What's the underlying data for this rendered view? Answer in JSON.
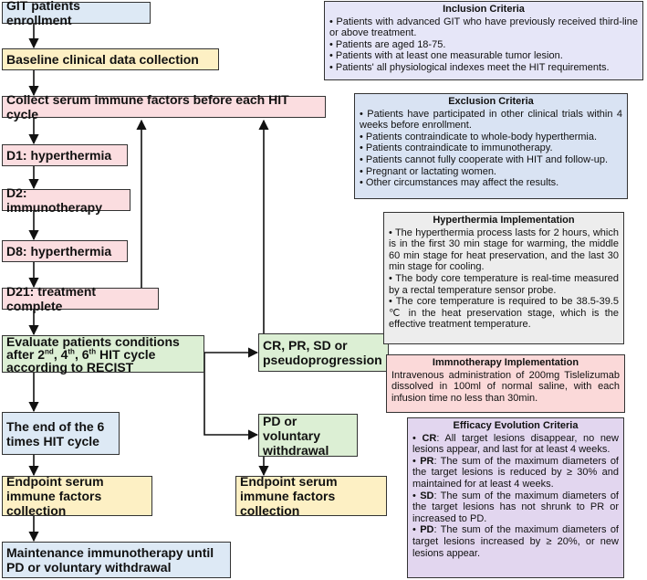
{
  "flow": {
    "enrollment": "GIT patients enrollment",
    "baseline": "Baseline clinical data collection",
    "collect": "Collect serum immune factors before each HIT cycle",
    "d1": "D1: hyperthermia",
    "d2": "D2: immunotherapy",
    "d8": "D8: hyperthermia",
    "d21": "D21: treatment complete",
    "evaluate": {
      "line1": "Evaluate patients conditions",
      "after": "after 2",
      "sup1": "nd",
      "comma1": ", 4",
      "sup2": "th",
      "comma2": ", 6",
      "sup3": "th",
      "tail": " HIT cycle",
      "line3": "according to RECIST"
    },
    "response": "CR, PR, SD or pseudoprogression",
    "end_cycle": "The end of the 6 times HIT cycle",
    "pd": "PD or voluntary withdrawal",
    "endpoint_left": "Endpoint serum immune factors collection",
    "endpoint_right": "Endpoint serum immune factors collection",
    "maintenance": "Maintenance immunotherapy until PD or voluntary withdrawal"
  },
  "inclusion": {
    "title": "Inclusion Criteria",
    "items": [
      "• Patients with advanced GIT who have previously received third-line or above treatment.",
      "• Patients are aged 18-75.",
      "• Patients with at least one measurable tumor lesion.",
      "• Patients' all physiological indexes meet the HIT requirements."
    ]
  },
  "exclusion": {
    "title": "Exclusion Criteria",
    "items": [
      "• Patients have participated in other clinical trials within 4 weeks before enrollment.",
      "• Patients contraindicate to whole-body hyperthermia.",
      "• Patients contraindicate to immunotherapy.",
      "• Patients cannot fully cooperate with HIT and follow-up.",
      "• Pregnant or lactating women.",
      "• Other circumstances may affect the results."
    ]
  },
  "hyperthermia": {
    "title": "Hyperthermia Implementation",
    "items": [
      "• The hyperthermia process lasts for 2 hours, which is in the first 30 min stage for warming, the middle 60 min stage for heat preservation, and the last 30 min stage for cooling.",
      "• The body core temperature is real-time measured by a rectal temperature sensor probe.",
      "• The core temperature is required to be 38.5-39.5 ℃ in the heat preservation stage, which is the effective treatment temperature."
    ]
  },
  "immunotherapy": {
    "title": "Immnotherapy Implementation",
    "text": "Intravenous administration of 200mg Tislelizumab dissolved in 100ml of normal saline, with each infusion time no less than 30min."
  },
  "efficacy": {
    "title": "Efficacy Evolution Criteria",
    "items": [
      {
        "key": "CR",
        "text": ": All target lesions disappear, no new lesions appear, and last for at least 4 weeks."
      },
      {
        "key": "PR",
        "text": ": The sum of the maximum diameters of the target lesions is reduced by ≥ 30% and maintained for at least 4 weeks."
      },
      {
        "key": "SD",
        "text": ": The sum of the maximum diameters of the target lesions has not shrunk to PR or increased to PD."
      },
      {
        "key": "PD",
        "text": ": The sum of the maximum diameters of target lesions increased by ≥ 20%, or new lesions appear."
      }
    ]
  }
}
